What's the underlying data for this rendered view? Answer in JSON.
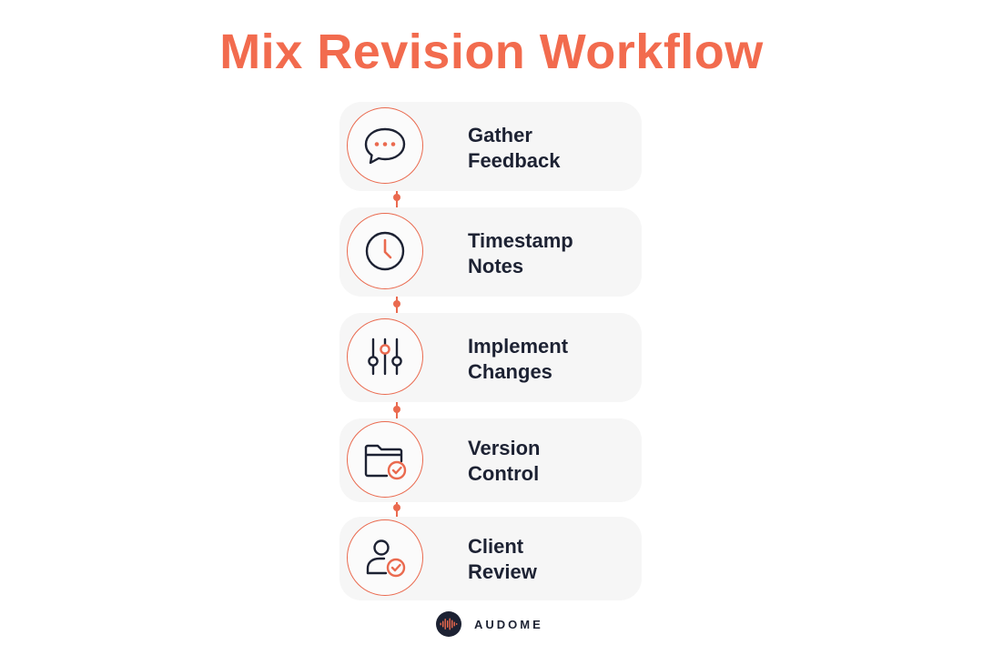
{
  "title": "Mix Revision Workflow",
  "brand": {
    "name": "AUDOME"
  },
  "colors": {
    "accent": "#f26b4e",
    "text": "#1d2233",
    "card": "#f6f6f6"
  },
  "steps": [
    {
      "icon": "speech-bubble-icon",
      "line1": "Gather",
      "line2": "Feedback"
    },
    {
      "icon": "clock-icon",
      "line1": "Timestamp",
      "line2": "Notes"
    },
    {
      "icon": "sliders-icon",
      "line1": "Implement",
      "line2": "Changes"
    },
    {
      "icon": "folder-check-icon",
      "line1": "Version",
      "line2": "Control"
    },
    {
      "icon": "user-check-icon",
      "line1": "Client",
      "line2": "Review"
    }
  ]
}
